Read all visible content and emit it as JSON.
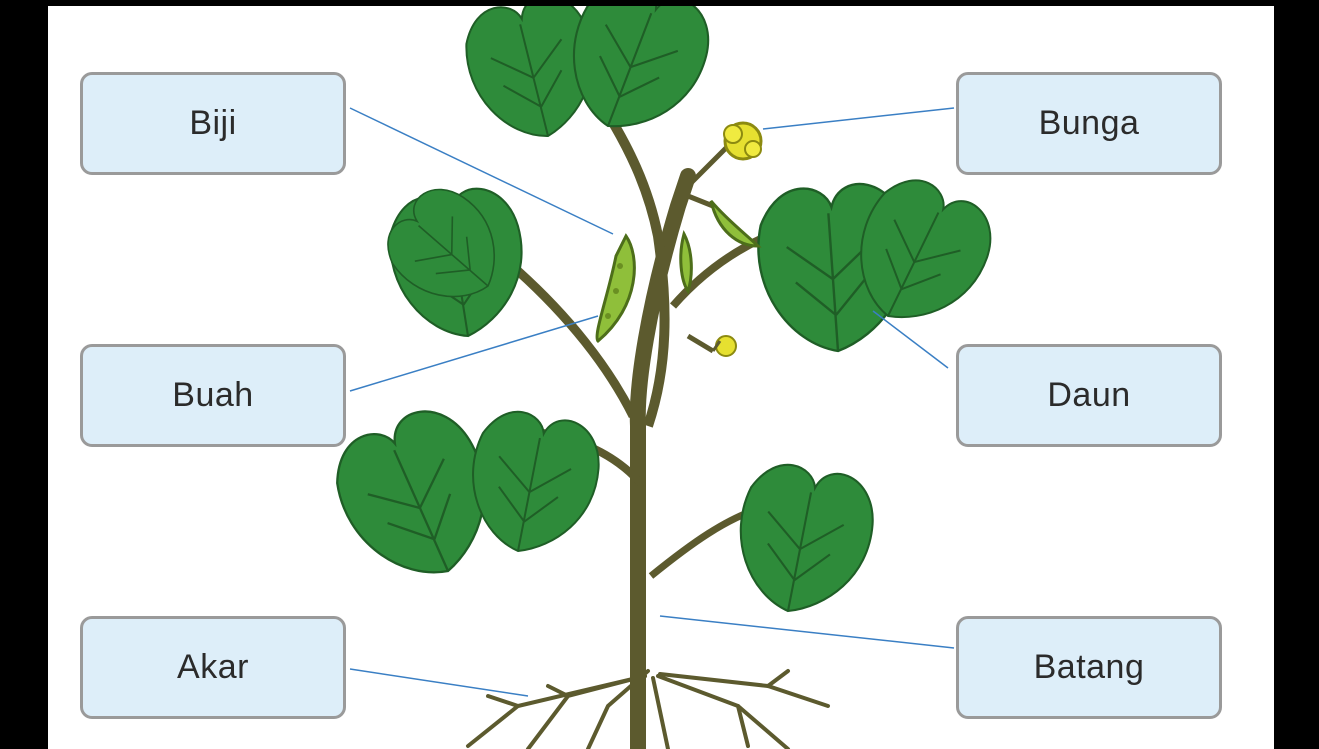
{
  "labels": {
    "biji": "Biji",
    "buah": "Buah",
    "akar": "Akar",
    "bunga": "Bunga",
    "daun": "Daun",
    "batang": "Batang"
  },
  "colors": {
    "label_fill": "#ddeef9",
    "label_border": "#9a9a9a",
    "leader_line": "#3a7fc4",
    "stem": "#5c5a2e",
    "leaf": "#2e8b3a",
    "leaf_vein": "#1f5e26",
    "flower": "#e6e030",
    "pod": "#8fbf3a"
  }
}
